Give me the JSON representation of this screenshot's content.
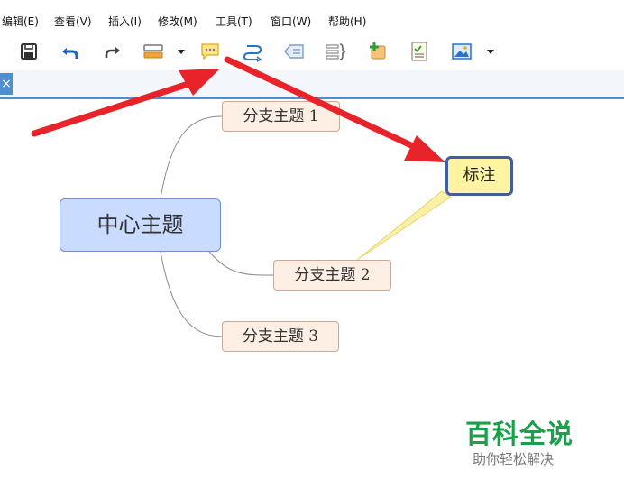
{
  "menu": [
    "编辑(E)",
    "查看(V)",
    "插入(I)",
    "修改(M)",
    "工具(T)",
    "窗口(W)",
    "帮助(H)"
  ],
  "toolbar": [
    "save-icon",
    "undo-icon",
    "redo-icon",
    "topic-icon",
    "callout-icon",
    "relationship-icon",
    "boundary-icon",
    "summary-icon",
    "marker-icon",
    "task-icon",
    "image-icon"
  ],
  "tab": {
    "close": "×"
  },
  "map": {
    "central": "中心主题",
    "branches": [
      "分支主题 1",
      "分支主题 2",
      "分支主题 3"
    ],
    "callout": "标注"
  },
  "watermark": {
    "title": "百科全说",
    "subtitle": "助你轻松解决"
  },
  "colors": {
    "arrow": "#e8232a",
    "central_fill": "#c9dcff",
    "branch_fill": "#fdefe4",
    "callout_fill": "#fef4a2",
    "callout_border": "#3f5fa0",
    "accent": "#4d8fd1",
    "watermark": "#1aa04a"
  }
}
